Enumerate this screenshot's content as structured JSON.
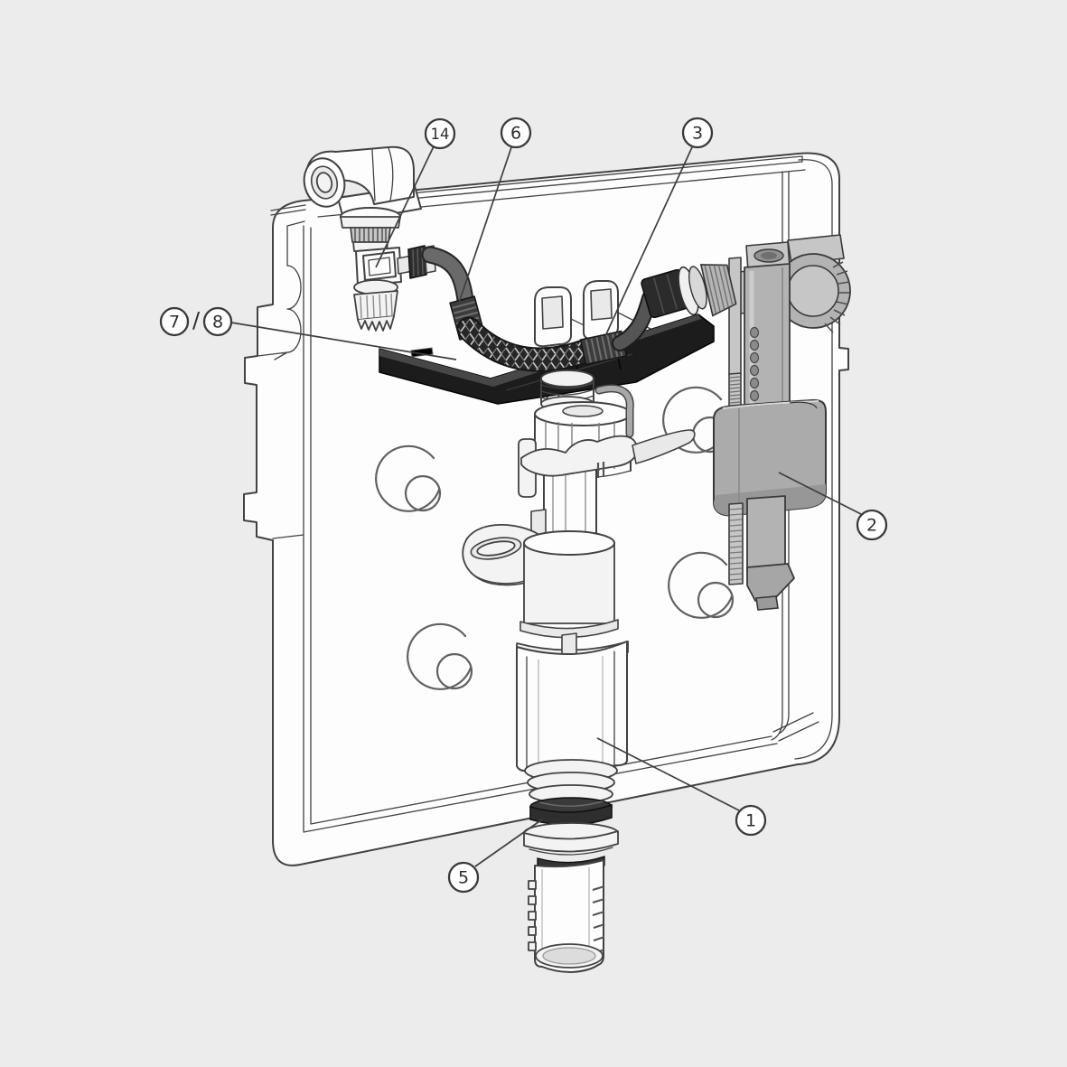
{
  "callouts": {
    "separator": "/",
    "items": [
      {
        "id": "14",
        "label": "14"
      },
      {
        "id": "6",
        "label": "6"
      },
      {
        "id": "3",
        "label": "3"
      },
      {
        "id": "7",
        "label": "7"
      },
      {
        "id": "8",
        "label": "8"
      },
      {
        "id": "2",
        "label": "2"
      },
      {
        "id": "1",
        "label": "1"
      },
      {
        "id": "5",
        "label": "5"
      }
    ]
  },
  "colors": {
    "background": "#ececec",
    "panel": "#fdfdfd",
    "outline": "#424242",
    "dark_part": "#1c1c1c",
    "hose": "#5f5f5f",
    "gray_part": "#b3b3b3",
    "seal": "#2e2e2e"
  }
}
